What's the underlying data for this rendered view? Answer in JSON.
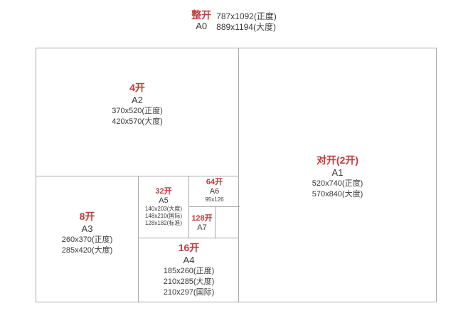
{
  "colors": {
    "accent_red": "#bf3b3b",
    "text": "#3a3a3a",
    "line": "#a9a9a9",
    "background": "#ffffff"
  },
  "title": {
    "kai": "整开",
    "series": "A0",
    "sizes": [
      "787x1092(正度)",
      "889x1194(大度)"
    ]
  },
  "regions": {
    "a2": {
      "kai": "4开",
      "series": "A2",
      "sizes": [
        "370x520(正度)",
        "420x570(大度)"
      ]
    },
    "a1": {
      "kai": "对开(2开)",
      "series": "A1",
      "sizes": [
        "520x740(正度)",
        "570x840(大度)"
      ]
    },
    "a3": {
      "kai": "8开",
      "series": "A3",
      "sizes": [
        "260x370(正度)",
        "285x420(大度)"
      ]
    },
    "a4": {
      "kai": "16开",
      "series": "A4",
      "sizes": [
        "185x260(正度)",
        "210x285(大度)",
        "210x297(国际)"
      ]
    },
    "a5": {
      "kai": "32开",
      "series": "A5",
      "sizes": [
        "140x203(大度)",
        "148x210(国际)",
        "128x182(标准)"
      ]
    },
    "a6": {
      "kai": "64开",
      "series": "A6",
      "sizes": [
        "95x126"
      ]
    },
    "a7": {
      "kai": "128开",
      "series": "A7",
      "sizes": []
    }
  }
}
